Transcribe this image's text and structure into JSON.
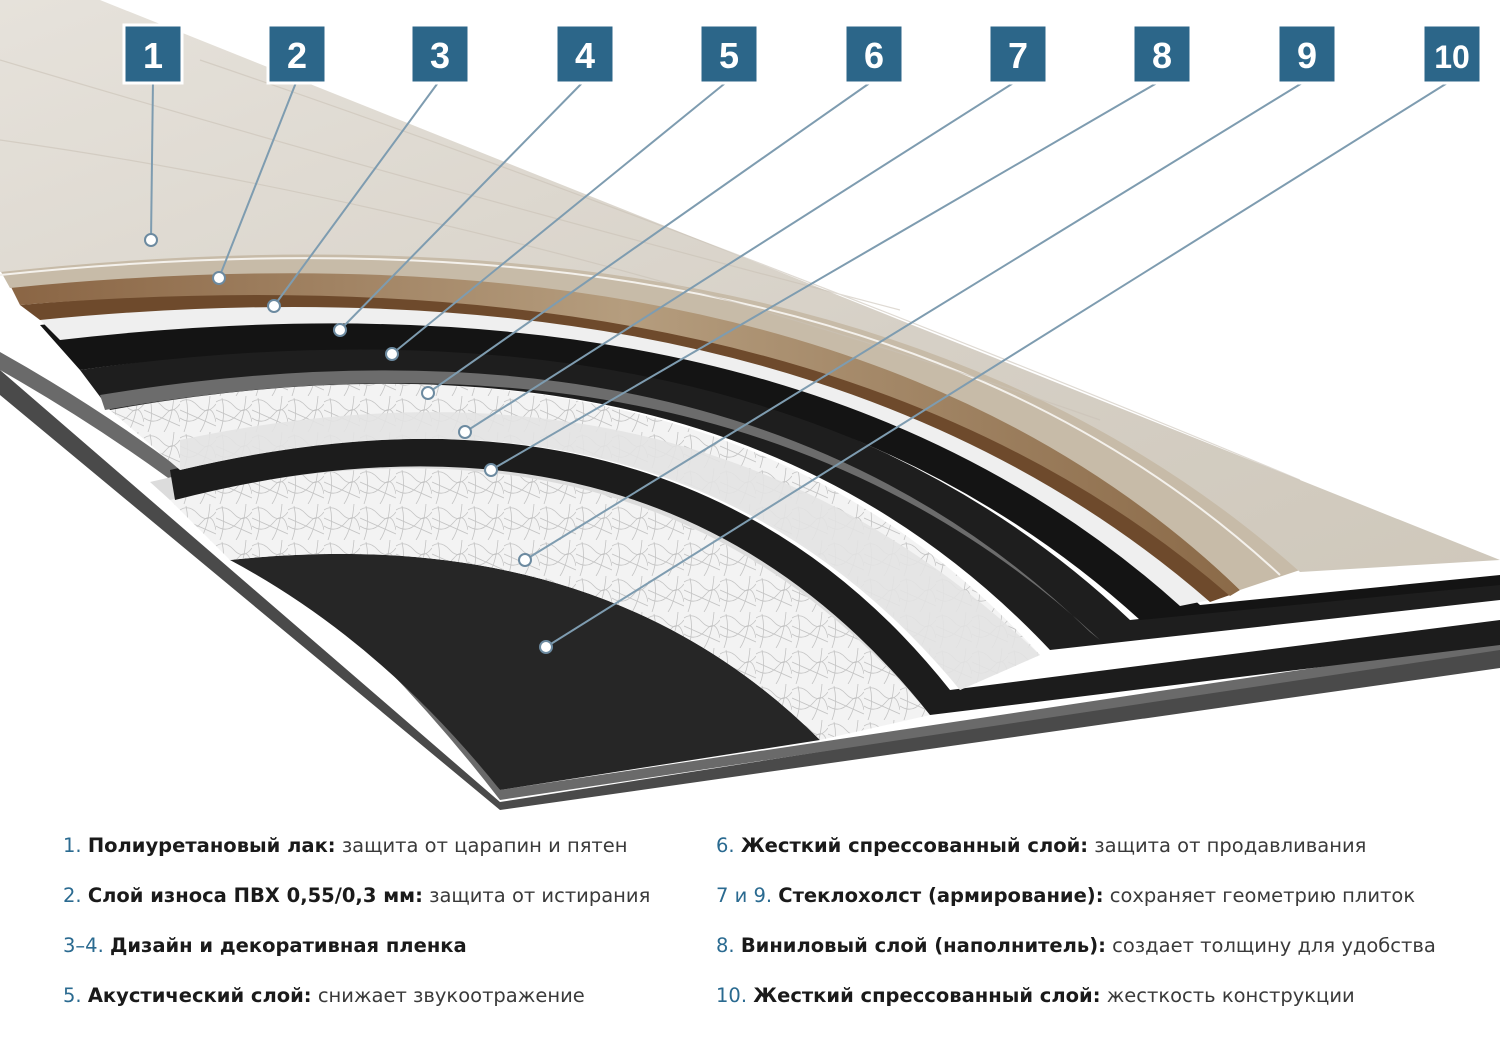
{
  "badges": [
    "1",
    "2",
    "3",
    "4",
    "5",
    "6",
    "7",
    "8",
    "9",
    "10"
  ],
  "colors": {
    "badge": "#2c6689",
    "leader": "#7a9bb0",
    "lacquer": "#ddd9d2",
    "wood": "#b8ab99",
    "wood_dark": "#7a5a3c",
    "acoustic": "#ededed",
    "black": "#1c1c1c",
    "fiberglass": "#f2f2f2",
    "vinyl": "#dcdcdc",
    "base": "#2a2a2a"
  },
  "legend": {
    "left": [
      {
        "num": "1.",
        "term": "Полиуретановый лак:",
        "desc": "защита от царапин и пятен"
      },
      {
        "num": "2.",
        "term": "Слой износа ПВХ 0,55/0,3 мм:",
        "desc": "защита от истирания"
      },
      {
        "num": "3–4.",
        "term": "Дизайн и декоративная пленка",
        "desc": ""
      },
      {
        "num": "5.",
        "term": "Акустический слой:",
        "desc": "снижает звукоотражение"
      }
    ],
    "right": [
      {
        "num": "6.",
        "term": "Жесткий спрессованный слой:",
        "desc": "защита от продавливания"
      },
      {
        "num": "7 и 9.",
        "term": "Стеклохолст (армирование):",
        "desc": "сохраняет геометрию плиток"
      },
      {
        "num": "8.",
        "term": "Виниловый слой (наполнитель):",
        "desc": "создает толщину для удобства"
      },
      {
        "num": "10.",
        "term": "Жесткий спрессованный слой:",
        "desc": "жесткость конструкции"
      }
    ]
  }
}
